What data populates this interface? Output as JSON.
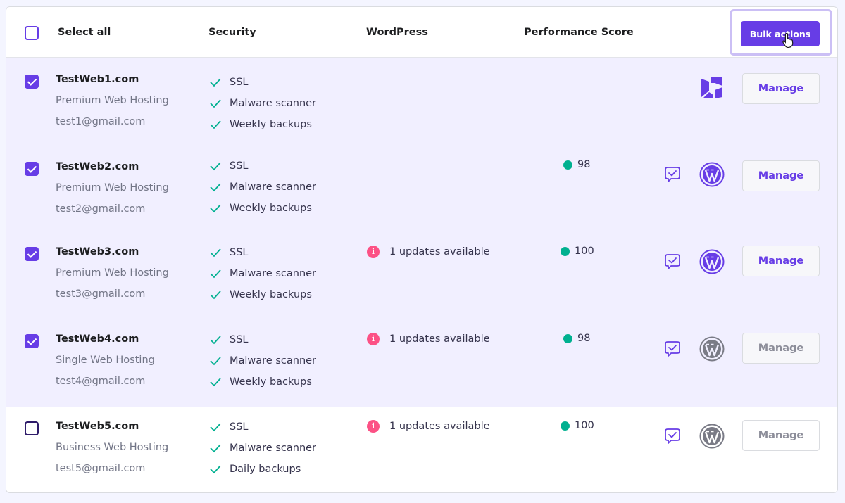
{
  "header": {
    "select_all": "Select all",
    "security": "Security",
    "wordpress": "WordPress",
    "performance": "Performance Score",
    "bulk_actions": "Bulk actions"
  },
  "colors": {
    "accent": "#673de6",
    "success": "#00b090",
    "alert": "#fc5185",
    "selected_row": "#f1efff"
  },
  "icons": {
    "check": "check-icon",
    "info": "info-icon",
    "wordpress": "wordpress-icon",
    "badge": "verified-badge-icon",
    "hostinger": "hostinger-logo-icon"
  },
  "rows": [
    {
      "checked": true,
      "name": "TestWeb1.com",
      "plan": "Premium Web Hosting",
      "email": "test1@gmail.com",
      "security": [
        "SSL",
        "Malware scanner",
        "Weekly backups"
      ],
      "wp_update": "",
      "score": "",
      "manage": "Manage"
    },
    {
      "checked": true,
      "name": "TestWeb2.com",
      "plan": "Premium Web Hosting",
      "email": "test2@gmail.com",
      "security": [
        "SSL",
        "Malware scanner",
        "Weekly backups"
      ],
      "wp_update": "",
      "score": "98",
      "manage": "Manage"
    },
    {
      "checked": true,
      "name": "TestWeb3.com",
      "plan": "Premium Web Hosting",
      "email": "test3@gmail.com",
      "security": [
        "SSL",
        "Malware scanner",
        "Weekly backups"
      ],
      "wp_update": "1 updates available",
      "info_glyph": "i",
      "score": "100",
      "manage": "Manage"
    },
    {
      "checked": true,
      "name": "TestWeb4.com",
      "plan": "Single Web Hosting",
      "email": "test4@gmail.com",
      "security": [
        "SSL",
        "Malware scanner",
        "Weekly backups"
      ],
      "wp_update": "1 updates available",
      "info_glyph": "i",
      "score": "98",
      "manage": "Manage"
    },
    {
      "checked": false,
      "name": "TestWeb5.com",
      "plan": "Business Web Hosting",
      "email": "test5@gmail.com",
      "security": [
        "SSL",
        "Malware scanner",
        "Daily backups"
      ],
      "wp_update": "1 updates available",
      "info_glyph": "i",
      "score": "100",
      "manage": "Manage"
    }
  ]
}
